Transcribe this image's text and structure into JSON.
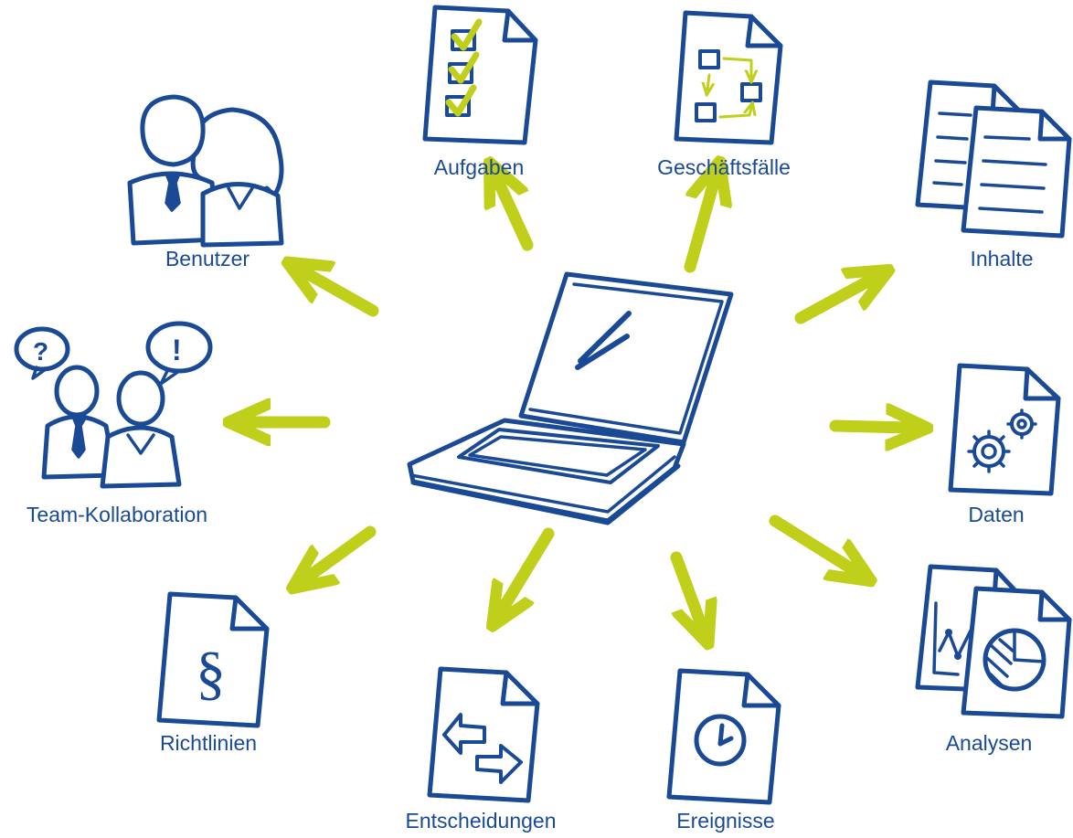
{
  "colors": {
    "primary": "#1a4a96",
    "accent": "#bfcf1a"
  },
  "center": {
    "icon": "laptop-icon"
  },
  "nodes": [
    {
      "id": "aufgaben",
      "label": "Aufgaben",
      "icon": "checklist-document-icon"
    },
    {
      "id": "geschaeftsfaelle",
      "label": "Geschäftsfälle",
      "icon": "process-document-icon"
    },
    {
      "id": "inhalte",
      "label": "Inhalte",
      "icon": "text-documents-icon"
    },
    {
      "id": "daten",
      "label": "Daten",
      "icon": "gears-document-icon"
    },
    {
      "id": "analysen",
      "label": "Analysen",
      "icon": "chart-documents-icon"
    },
    {
      "id": "ereignisse",
      "label": "Ereignisse",
      "icon": "clock-document-icon"
    },
    {
      "id": "entscheidungen",
      "label": "Entscheidungen",
      "icon": "arrows-document-icon"
    },
    {
      "id": "richtlinien",
      "label": "Richtlinien",
      "icon": "paragraph-document-icon"
    },
    {
      "id": "team",
      "label": "Team-Kollaboration",
      "icon": "team-speech-icon"
    },
    {
      "id": "benutzer",
      "label": "Benutzer",
      "icon": "users-icon"
    }
  ]
}
